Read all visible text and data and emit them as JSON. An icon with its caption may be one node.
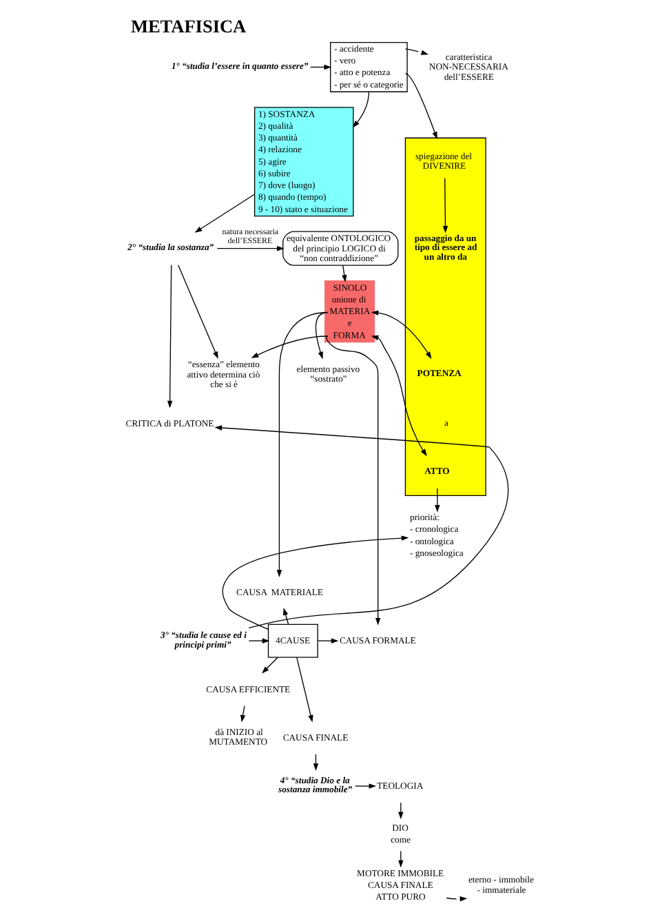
{
  "diagram": {
    "title": "METAFISICA",
    "nodes": [
      {
        "text": [
          "1° “studia l’essere in quanto essere”"
        ]
      },
      {
        "text": [
          "- accidente",
          "- vero",
          "- atto e potenza",
          "- per sé o categorie"
        ]
      },
      {
        "text": [
          "caratteristica NON-NECESSARIA dell’ESSERE"
        ]
      },
      {
        "text": [
          "1) SOSTANZA",
          "2) qualità",
          "3) quantità",
          "4) relazione",
          "5) agire",
          "6) subire",
          "7) dove (luogo)",
          "8) quando (tempo)",
          "9 - 10) stato e situazione"
        ]
      },
      {
        "text": [
          "2° “studia la sostanza”"
        ]
      },
      {
        "text": [
          "equivalente ONTOLOGICO del principio LOGICO di “non contraddizione”"
        ]
      },
      {
        "text": [],
        "shape": "box"
      },
      {
        "text": [
          "spiegazione del DIVENIRE"
        ],
        "in": 6
      },
      {
        "text": [
          "passaggio da un tipo di essere ad un altro da"
        ],
        "in": 6
      },
      {
        "text": [
          "POTENZA"
        ],
        "in": 6
      },
      {
        "text": [
          "ATTO"
        ],
        "in": 6
      },
      {
        "text": [
          "SINOLO",
          "unione di",
          "MATERIA",
          "e",
          "FORMA"
        ]
      },
      {
        "text": [
          "elemento passivo “sostrato”"
        ]
      },
      {
        "text": [
          "“essenza” elemento attivo determina ciò che si è"
        ]
      },
      {
        "text": [
          "CRITICA di PLATONE"
        ]
      },
      {
        "text": [
          "priorità:",
          "- cronologica",
          "- ontologica",
          "- gnoseologica"
        ]
      },
      {
        "text": [
          "CAUSA  MATERIALE"
        ]
      },
      {
        "text": [
          "CAUSA FORMALE"
        ]
      },
      {
        "text": [
          "3° “studia le cause ed i principi primi”"
        ]
      },
      {
        "text": [
          "4CAUSE"
        ]
      },
      {
        "text": [
          "CAUSA EFFICIENTE"
        ]
      },
      {
        "text": [
          "CAUSA FINALE"
        ]
      },
      {
        "text": [
          "dà INIZIO al MUTAMENTO"
        ]
      },
      {
        "text": [
          "4° “studia Dio e la sostanza immobile”"
        ]
      },
      {
        "text": [
          "TEOLOGIA"
        ]
      },
      {
        "text": [
          "DIO",
          "come"
        ]
      },
      {
        "text": [
          "MOTORE IMMOBILE",
          "CAUSA FINALE",
          "ATTO PURO"
        ]
      },
      {
        "text": [
          "eterno - immobile - immateriale"
        ]
      }
    ],
    "edges": [
      {
        "from": 0,
        "to": 1,
        "arrow": "to"
      },
      {
        "from": 1,
        "to": 2,
        "arrow": "to"
      },
      {
        "from": 1,
        "to": 6,
        "arrow": "to"
      },
      {
        "from": 1,
        "to": 3,
        "arrow": "to"
      },
      {
        "from": 3,
        "to": 4,
        "arrow": "to"
      },
      {
        "from": 4,
        "to": 5,
        "arrow": "to",
        "label": "natura necessaria dell’ESSERE"
      },
      {
        "from": 7,
        "to": 8,
        "arrow": "to"
      },
      {
        "from": 5,
        "to": 11,
        "arrow": "to"
      },
      {
        "from": 11,
        "to": 12,
        "arrow": "to"
      },
      {
        "from": 11,
        "to": 13,
        "arrow": "to"
      },
      {
        "from": 11,
        "to": 9,
        "arrow": "both"
      },
      {
        "from": 11,
        "to": 10,
        "arrow": "both"
      },
      {
        "from": 4,
        "to": 13,
        "arrow": "to"
      },
      {
        "from": 4,
        "to": 14,
        "arrow": "to"
      },
      {
        "from": 10,
        "to": 15,
        "arrow": "to"
      },
      {
        "from": 11,
        "to": 16,
        "arrow": "to"
      },
      {
        "from": 11,
        "to": 17,
        "arrow": "to"
      },
      {
        "from": 18,
        "to": 14,
        "arrow": "to"
      },
      {
        "from": 18,
        "to": 19,
        "arrow": "to"
      },
      {
        "from": 19,
        "to": 15,
        "arrow": "to"
      },
      {
        "from": 19,
        "to": 16,
        "arrow": "to"
      },
      {
        "from": 19,
        "to": 17,
        "arrow": "to"
      },
      {
        "from": 19,
        "to": 20,
        "arrow": "to"
      },
      {
        "from": 19,
        "to": 21,
        "arrow": "to"
      },
      {
        "from": 20,
        "to": 22,
        "arrow": "to"
      },
      {
        "from": 21,
        "to": 23,
        "arrow": "to"
      },
      {
        "from": 23,
        "to": 24,
        "arrow": "to"
      },
      {
        "from": 24,
        "to": 25,
        "arrow": "to"
      },
      {
        "from": 25,
        "to": 26,
        "arrow": "to"
      },
      {
        "from": 26,
        "to": 27,
        "arrow": "to"
      }
    ],
    "labels": [
      "a"
    ]
  }
}
